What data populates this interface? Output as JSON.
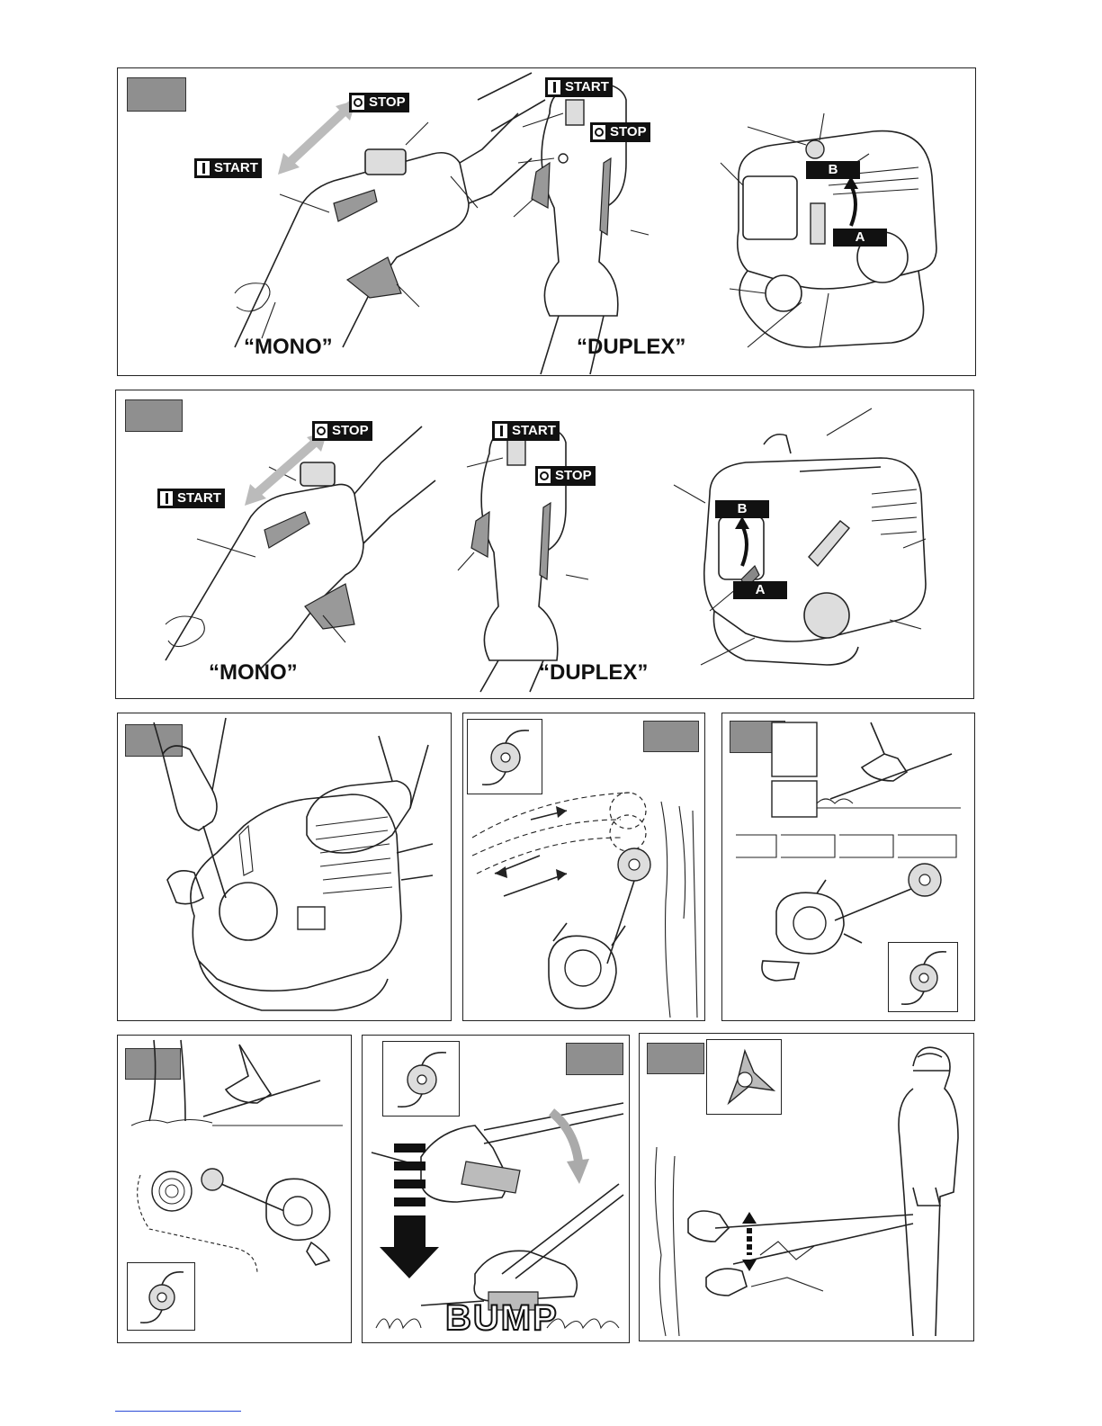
{
  "panel1": {
    "stop_label": "STOP",
    "start_label": "START",
    "duplex_start_label": "START",
    "duplex_stop_label": "STOP",
    "caption_mono": "“MONO”",
    "caption_duplex": "“DUPLEX”",
    "marker_b": "B",
    "marker_a": "A"
  },
  "panel2": {
    "stop_label": "STOP",
    "start_label": "START",
    "duplex_start_label": "START",
    "duplex_stop_label": "STOP",
    "caption_mono": "“MONO”",
    "caption_duplex": "“DUPLEX”",
    "marker_b": "B",
    "marker_a": "A"
  },
  "panel8": {
    "bump_text": "BUMP"
  }
}
